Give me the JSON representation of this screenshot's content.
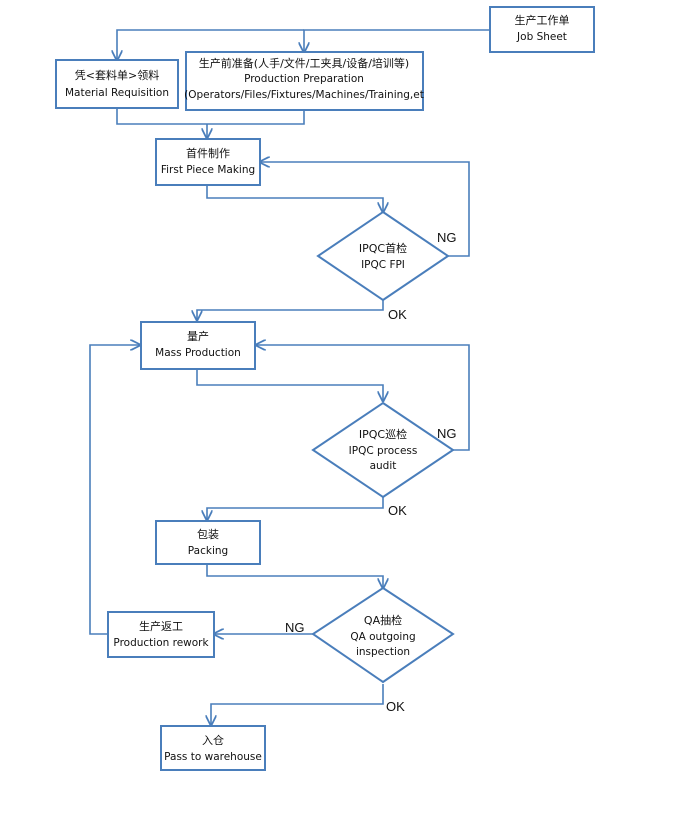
{
  "nodes": {
    "job_sheet": {
      "zh": "生产工作单",
      "en": "Job Sheet"
    },
    "material_requisition": {
      "zh": "凭<套料单>领料",
      "en": "Material Requisition"
    },
    "production_preparation": {
      "zh": "生产前准备(人手/文件/工夹具/设备/培训等)",
      "en": "Production Preparation",
      "en2": "(Operators/Files/Fixtures/Machines/Training,et"
    },
    "first_piece": {
      "zh": "首件制作",
      "en": "First Piece Making"
    },
    "ipqc_fpi": {
      "zh": "IPQC首检",
      "en": "IPQC FPI"
    },
    "mass_production": {
      "zh": "量产",
      "en": "Mass Production"
    },
    "ipqc_audit": {
      "zh": "IPQC巡检",
      "en": "IPQC process",
      "en2": "audit"
    },
    "packing": {
      "zh": "包装",
      "en": "Packing"
    },
    "qa_inspection": {
      "zh": "QA抽检",
      "en": "QA outgoing",
      "en2": "inspection"
    },
    "rework": {
      "zh": "生产返工",
      "en": "Production rework"
    },
    "warehouse": {
      "zh": "入仓",
      "en": "Pass to warehouse"
    }
  },
  "edge_labels": {
    "fpi_ng": "NG",
    "fpi_ok": "OK",
    "audit_ng": "NG",
    "audit_ok": "OK",
    "qa_ng": "NG",
    "qa_ok": "OK"
  },
  "colors": {
    "stroke": "#4a7ebb",
    "text": "#111111",
    "background": "#ffffff"
  }
}
